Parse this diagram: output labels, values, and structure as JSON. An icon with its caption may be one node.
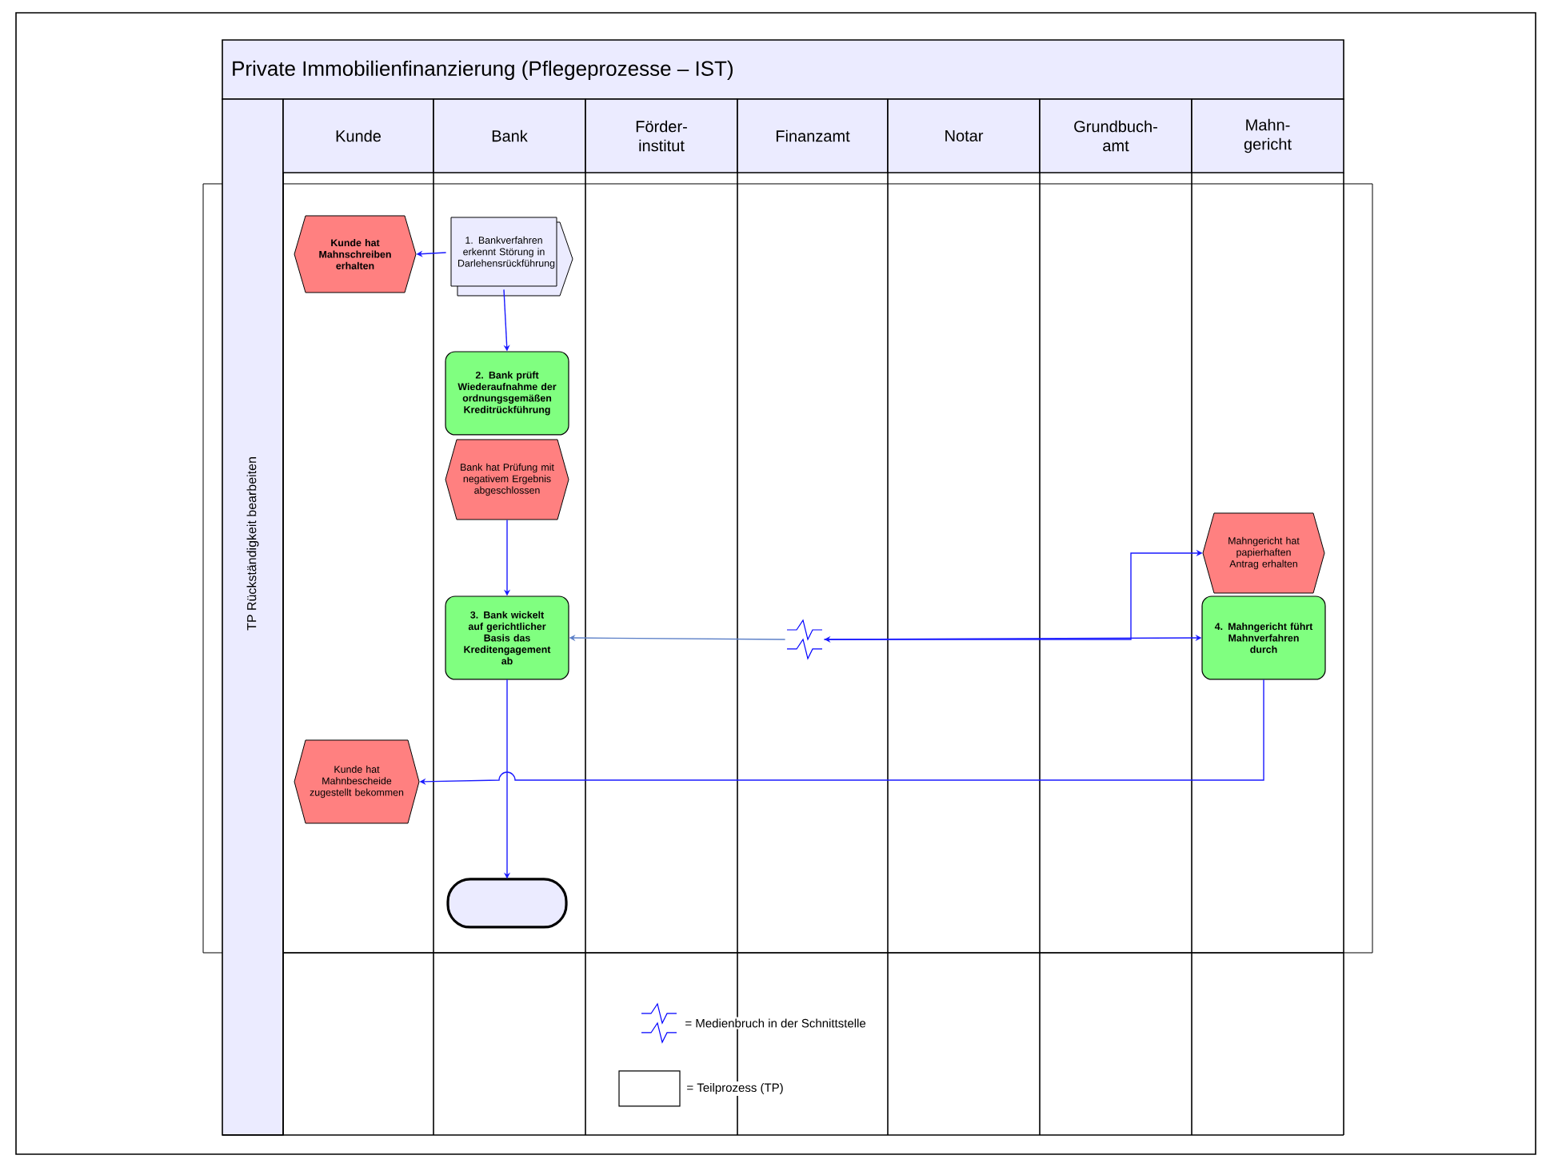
{
  "diagram": {
    "title": "Private Immobilienfinanzierung (Pflegeprozesse – IST)",
    "nodes": [
      {
        "text": [
          "Kunde hat Mahnschreiben erhalten"
        ]
      },
      {
        "text": [
          "1. Bankverfahren erkennt Störung in Darlehensrückführung"
        ]
      },
      {
        "text": [
          "2. Bank prüft Wiederaufnahme der ordnungsgemäßen Kreditrückführung"
        ]
      },
      {
        "text": [
          "Bank hat Prüfung mit negativem Ergebnis abgeschlossen"
        ]
      },
      {
        "text": [
          "Mahngericht hat papierhaften Antrag erhalten"
        ]
      },
      {
        "text": [
          "3. Bank wickelt auf gerichtlicher Basis das Kreditengagement ab"
        ]
      },
      {
        "text": [
          "4. Mahngericht führt Mahnverfahren durch"
        ]
      },
      {
        "text": [
          "Kunde hat Mahnbescheide zugestellt bekommen"
        ]
      },
      {
        "text": [],
        "shape": "oval"
      },
      {
        "text": [],
        "shape": "zigzag"
      }
    ],
    "edges": [
      {
        "from": 1,
        "to": 0,
        "arrow": "to"
      },
      {
        "from": 1,
        "to": 2,
        "arrow": "to"
      },
      {
        "from": 3,
        "to": 5,
        "arrow": "to"
      },
      {
        "from": 5,
        "to": 8,
        "arrow": "to"
      },
      {
        "from": 6,
        "to": 7,
        "arrow": "to"
      },
      {
        "from": 9,
        "to": 5,
        "arrow": "to",
        "color": "#5b7fc7"
      },
      {
        "from": 9,
        "to": 6,
        "arrow": "both"
      },
      {
        "from": 9,
        "to": 4,
        "arrow": "to"
      }
    ],
    "labels": [
      "Kunde",
      "Bank",
      "Förder- institut",
      "Finanzamt",
      "Notar",
      "Grundbuch- amt",
      "Mahn- gericht",
      "TP Rückständigkeit bearbeiten"
    ],
    "legend": [
      {
        "text": "= Medienbruch in der Schnittstelle"
      },
      {
        "text": "= Teilprozess (TP)"
      }
    ]
  }
}
